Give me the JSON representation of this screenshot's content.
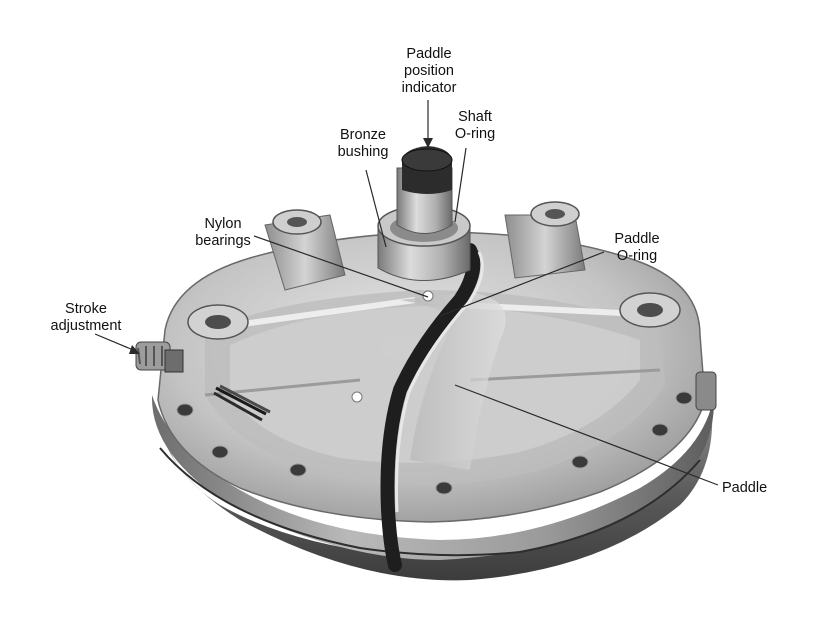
{
  "labels": {
    "paddle_position_indicator": [
      "Paddle",
      "position",
      "indicator"
    ],
    "shaft_o_ring": [
      "Shaft",
      "O-ring"
    ],
    "bronze_bushing": [
      "Bronze",
      "bushing"
    ],
    "nylon_bearings": [
      "Nylon",
      "bearings"
    ],
    "paddle_o_ring": [
      "Paddle",
      "O-ring"
    ],
    "stroke_adjustment": [
      "Stroke",
      "adjustment"
    ],
    "paddle": [
      "Paddle"
    ]
  },
  "colors": {
    "body_light": "#d7d7d7",
    "body_mid": "#a9a9a9",
    "body_dark": "#5e5e5e",
    "base_dark": "#4a4a4a",
    "seal_black": "#1e1e1e",
    "leader_line": "#2a2a2a"
  }
}
